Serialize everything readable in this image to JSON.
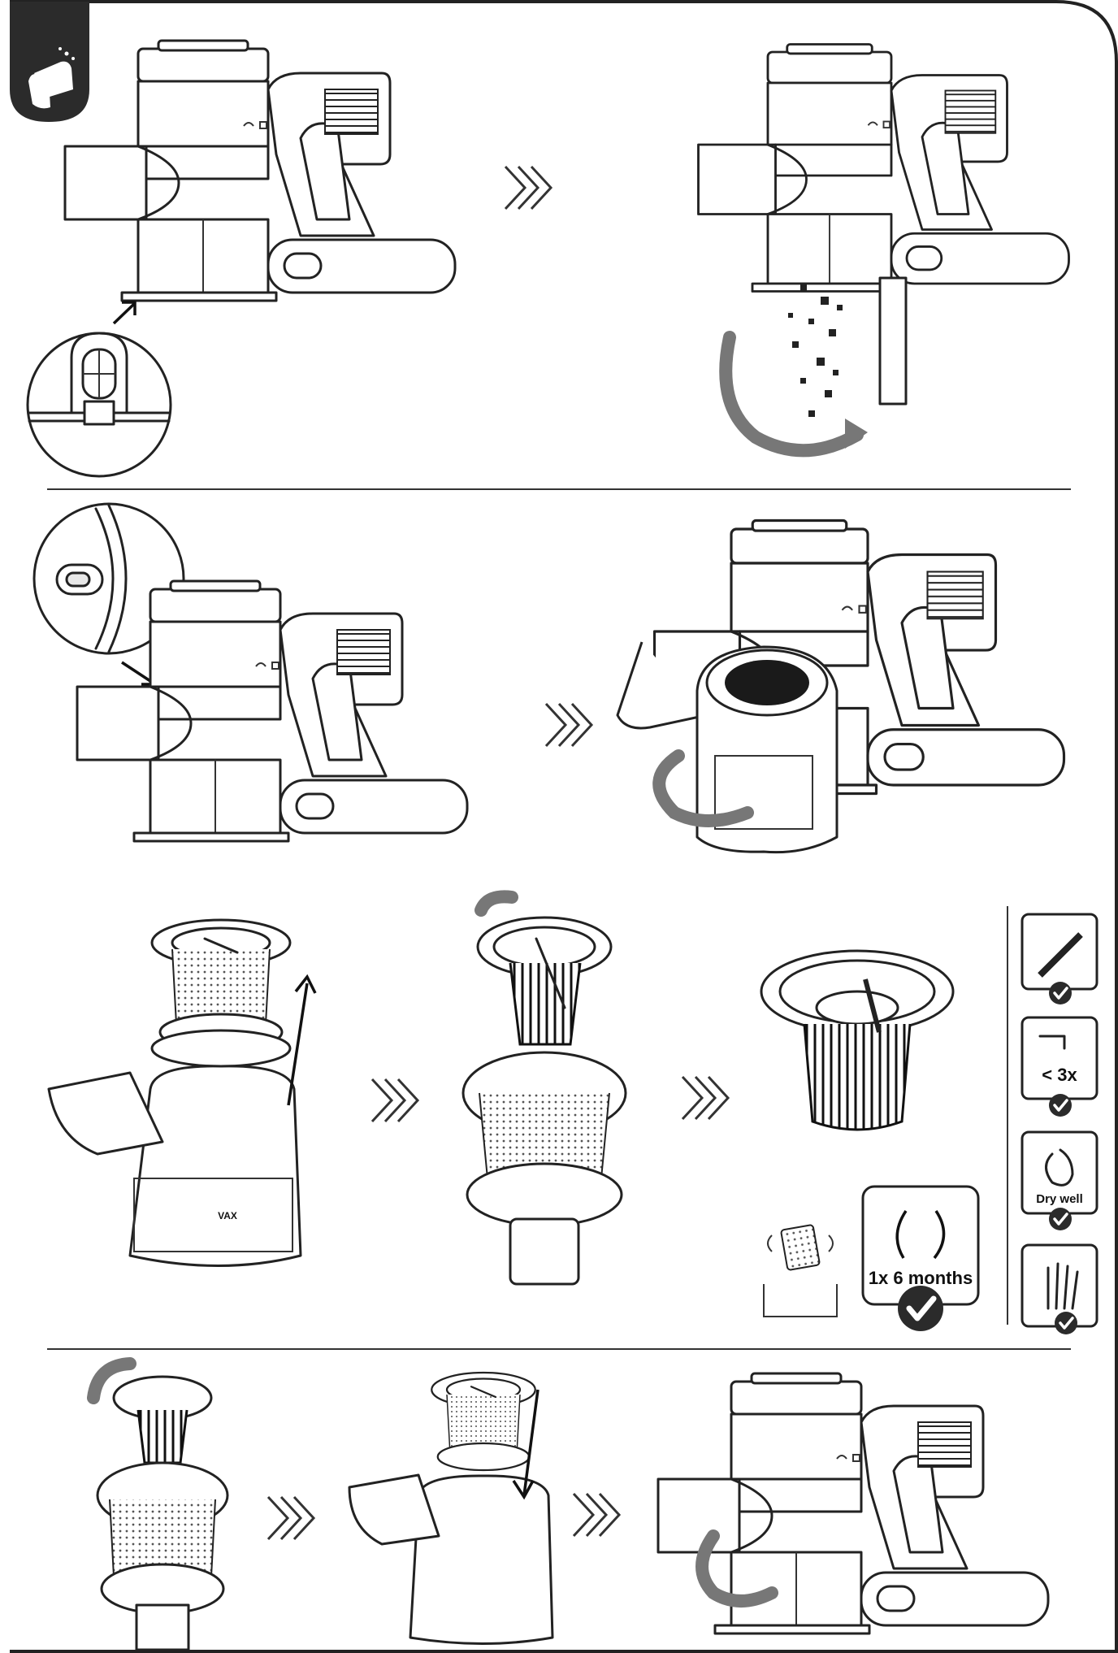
{
  "header": {
    "icon": "cleaning-hands-icon",
    "brand_label": "VAX"
  },
  "steps": [
    {
      "id": "empty-bin",
      "icon": "dust-particles-icon"
    },
    {
      "id": "remove-bin",
      "icon": "rotate-arrow-icon"
    },
    {
      "id": "remove-filter",
      "icon": "filter-assembly-icon"
    },
    {
      "id": "refit",
      "icon": "rotate-arrow-icon"
    }
  ],
  "care_panel": {
    "frequency_label": "1x 6 months",
    "wash_label": "< 3x",
    "dry_label": "Dry well",
    "items": [
      {
        "icon": "brush-icon",
        "status": "check-icon"
      },
      {
        "icon": "tap-water-icon",
        "status": "check-icon"
      },
      {
        "icon": "dry-flame-icon",
        "status": "check-icon"
      },
      {
        "icon": "glove-hand-icon",
        "status": "check-icon"
      }
    ]
  },
  "colors": {
    "line": "#222222",
    "badge": "#2b2b2b",
    "arrow_grey": "#777777"
  }
}
